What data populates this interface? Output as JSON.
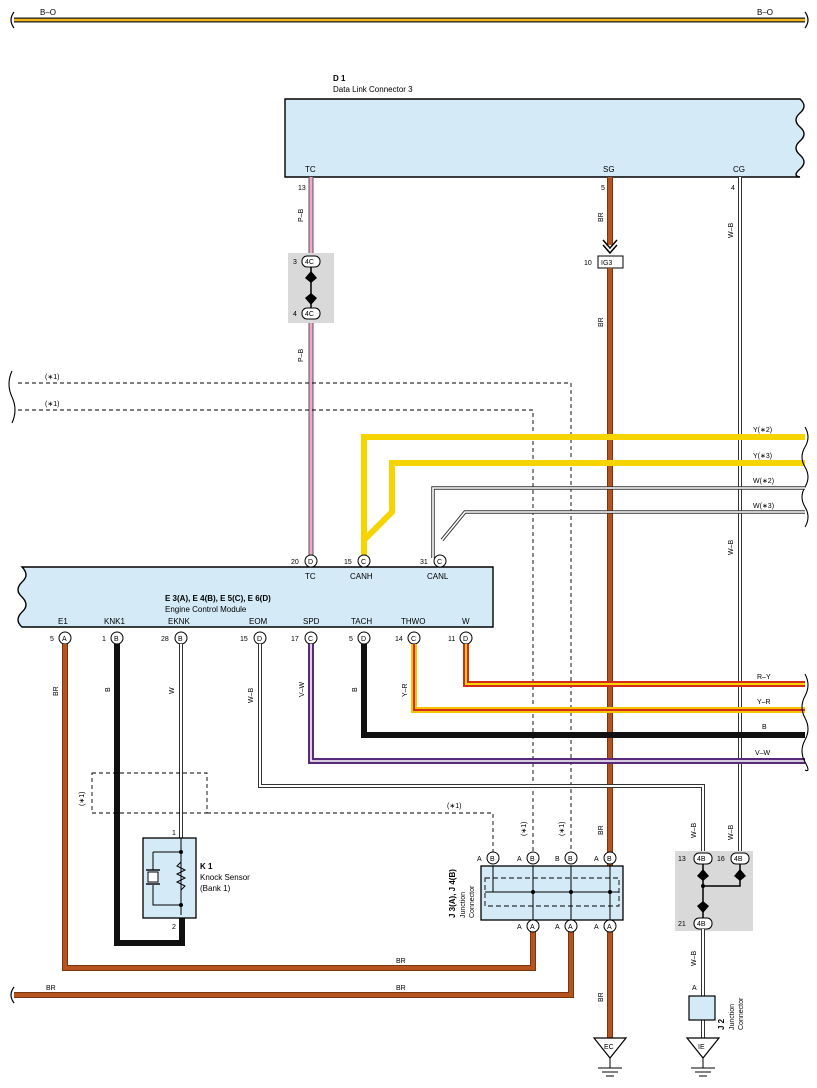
{
  "top_bus": {
    "left_label": "B–O",
    "right_label": "B–O"
  },
  "d1": {
    "id": "D 1",
    "name": "Data Link Connector 3",
    "pins": {
      "tc": {
        "name": "TC",
        "num": "13"
      },
      "sg": {
        "name": "SG",
        "num": "5"
      },
      "cg": {
        "name": "CG",
        "num": "4"
      }
    }
  },
  "wire_colors": {
    "pb": "P–B",
    "br": "BR",
    "wb": "W–B",
    "b": "B",
    "w": "W",
    "vw": "V–W",
    "yr": "Y–R",
    "ry": "R–Y"
  },
  "conn_4c": {
    "code": "4C",
    "pin_top": "3",
    "pin_bottom": "4"
  },
  "ig3": {
    "code": "IG3",
    "pin": "10"
  },
  "notes": {
    "n1": "(∗1)",
    "n2": "(∗2)",
    "n3": "(∗3)"
  },
  "right_labels": {
    "y2": "Y(∗2)",
    "y3": "Y(∗3)",
    "w2": "W(∗2)",
    "w3": "W(∗3)",
    "ry": "R–Y",
    "yr": "Y–R",
    "b": "B",
    "vw": "V–W"
  },
  "ecm": {
    "id": "E 3(A), E 4(B), E 5(C), E 6(D)",
    "name": "Engine Control Module",
    "top_pins": [
      {
        "name": "TC",
        "num": "20",
        "conn": "D"
      },
      {
        "name": "CANH",
        "num": "15",
        "conn": "C"
      },
      {
        "name": "CANL",
        "num": "31",
        "conn": "C"
      }
    ],
    "bottom_pins": [
      {
        "name": "E1",
        "num": "5",
        "conn": "A"
      },
      {
        "name": "KNK1",
        "num": "1",
        "conn": "B"
      },
      {
        "name": "EKNK",
        "num": "28",
        "conn": "B"
      },
      {
        "name": "EOM",
        "num": "15",
        "conn": "D"
      },
      {
        "name": "SPD",
        "num": "17",
        "conn": "C"
      },
      {
        "name": "TACH",
        "num": "5",
        "conn": "D"
      },
      {
        "name": "THWO",
        "num": "14",
        "conn": "C"
      },
      {
        "name": "W",
        "num": "11",
        "conn": "D"
      }
    ]
  },
  "k1": {
    "id": "K 1",
    "name": "Knock Sensor",
    "sub": "(Bank 1)",
    "pin1": "1",
    "pin2": "2"
  },
  "j3": {
    "id": "J 3(A), J 4(B)",
    "name1": "Junction",
    "name2": "Connector",
    "top": [
      {
        "l": "A",
        "c": "B"
      },
      {
        "l": "A",
        "c": "B"
      },
      {
        "l": "B",
        "c": "B"
      },
      {
        "l": "A",
        "c": "B"
      }
    ],
    "bottom": [
      {
        "l": "A",
        "c": "A"
      },
      {
        "l": "A",
        "c": "A"
      },
      {
        "l": "A",
        "c": "A"
      }
    ]
  },
  "conn_4b": {
    "code": "4B",
    "pins": [
      "13",
      "16",
      "21"
    ]
  },
  "j2": {
    "id": "J 2",
    "name1": "Junction",
    "name2": "Connector",
    "pin": "A"
  },
  "grounds": {
    "ec": "EC",
    "ie": "IE"
  }
}
